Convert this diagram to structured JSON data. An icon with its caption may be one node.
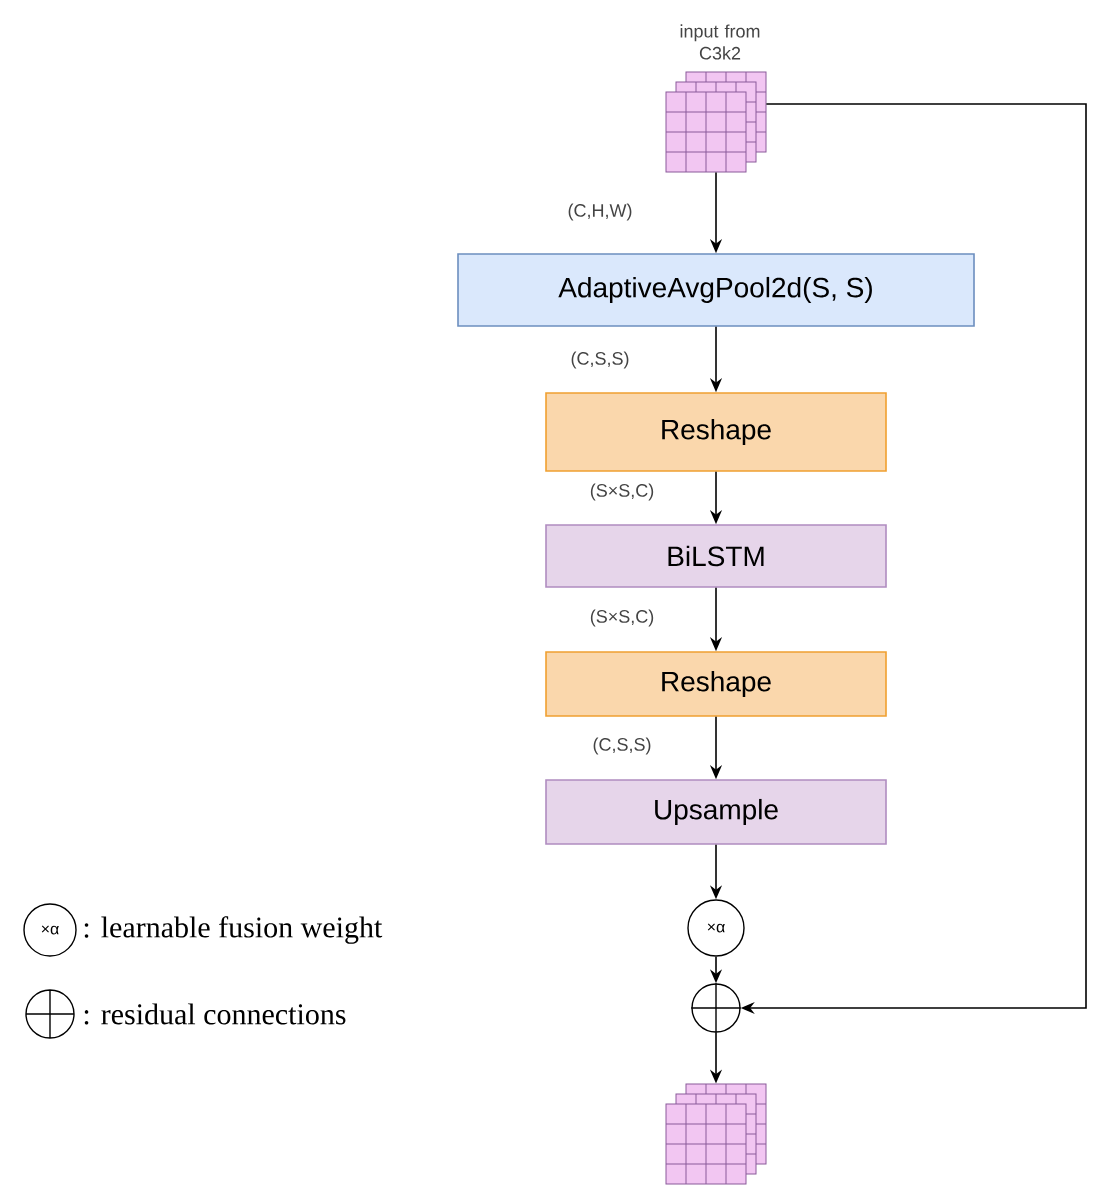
{
  "diagram": {
    "nodes": [
      {
        "text": [
          "input from C3k2"
        ]
      },
      {
        "text": [
          "AdaptiveAvgPool2d(S, S)"
        ]
      },
      {
        "text": [
          "Reshape"
        ]
      },
      {
        "text": [
          "BiLSTM"
        ]
      },
      {
        "text": [
          "Reshape"
        ]
      },
      {
        "text": [
          "Upsample"
        ]
      },
      {
        "text": [
          "×α"
        ]
      },
      {
        "text": [],
        "shape": "circle"
      },
      {
        "text": [],
        "shape": "cube"
      }
    ],
    "edges": [
      {
        "from": 0,
        "to": 1,
        "arrow": "to",
        "label": "(C,H,W)"
      },
      {
        "from": 1,
        "to": 2,
        "arrow": "to",
        "label": "(C,S,S)"
      },
      {
        "from": 2,
        "to": 3,
        "arrow": "to",
        "label": "(S×S,C)"
      },
      {
        "from": 3,
        "to": 4,
        "arrow": "to",
        "label": "(S×S,C)"
      },
      {
        "from": 4,
        "to": 5,
        "arrow": "to",
        "label": "(C,S,S)"
      },
      {
        "from": 5,
        "to": 6,
        "arrow": "to"
      },
      {
        "from": 6,
        "to": 7,
        "arrow": "to"
      },
      {
        "from": 7,
        "to": 8,
        "arrow": "to"
      },
      {
        "from": 0,
        "to": 7,
        "arrow": "to"
      }
    ],
    "labels": [
      "×α"
    ],
    "legend": [
      {
        "text": ": learnable fusion weight"
      },
      {
        "text": ": residual connections"
      }
    ]
  }
}
